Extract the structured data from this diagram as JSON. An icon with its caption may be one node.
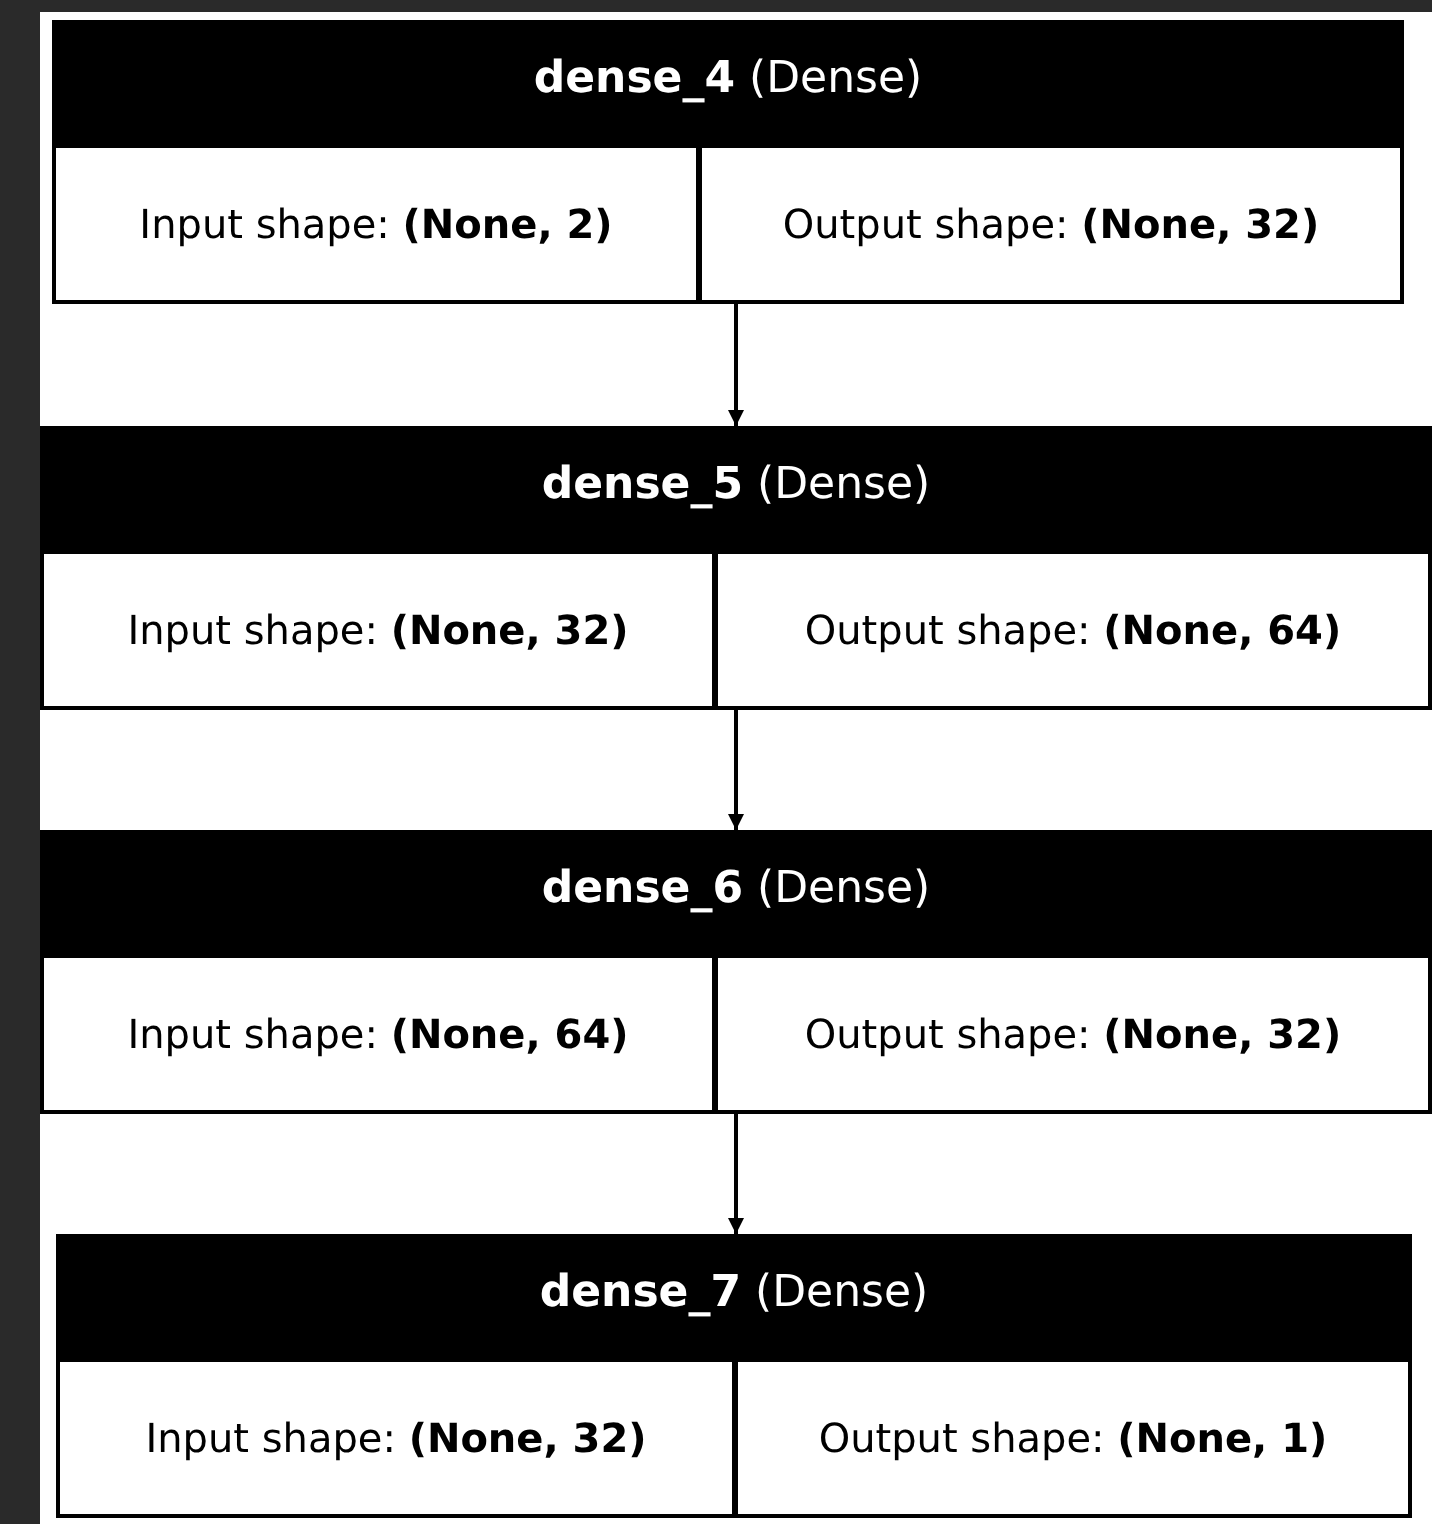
{
  "diagram": {
    "nodes": [
      {
        "text": [
          "**dense_4** (Dense)"
        ]
      },
      {
        "text": [
          "Input shape: **(None, 2)**"
        ],
        "in": 0
      },
      {
        "text": [
          "Output shape: **(None, 32)**"
        ],
        "in": 0
      },
      {
        "text": [
          "**dense_5** (Dense)"
        ]
      },
      {
        "text": [
          "Input shape: **(None, 32)**"
        ],
        "in": 3
      },
      {
        "text": [
          "Output shape: **(None, 64)**"
        ],
        "in": 3
      },
      {
        "text": [
          "**dense_6** (Dense)"
        ]
      },
      {
        "text": [
          "Input shape: **(None, 64)**"
        ],
        "in": 6
      },
      {
        "text": [
          "Output shape: **(None, 32)**"
        ],
        "in": 6
      },
      {
        "text": [
          "**dense_7** (Dense)"
        ]
      },
      {
        "text": [
          "Input shape: **(None, 32)**"
        ],
        "in": 9
      },
      {
        "text": [
          "Output shape: **(None, 1)**"
        ],
        "in": 9
      }
    ],
    "edges": [
      {
        "from": 0,
        "to": 3,
        "arrow": "to"
      },
      {
        "from": 3,
        "to": 6,
        "arrow": "to"
      },
      {
        "from": 6,
        "to": 9,
        "arrow": "to"
      }
    ]
  }
}
